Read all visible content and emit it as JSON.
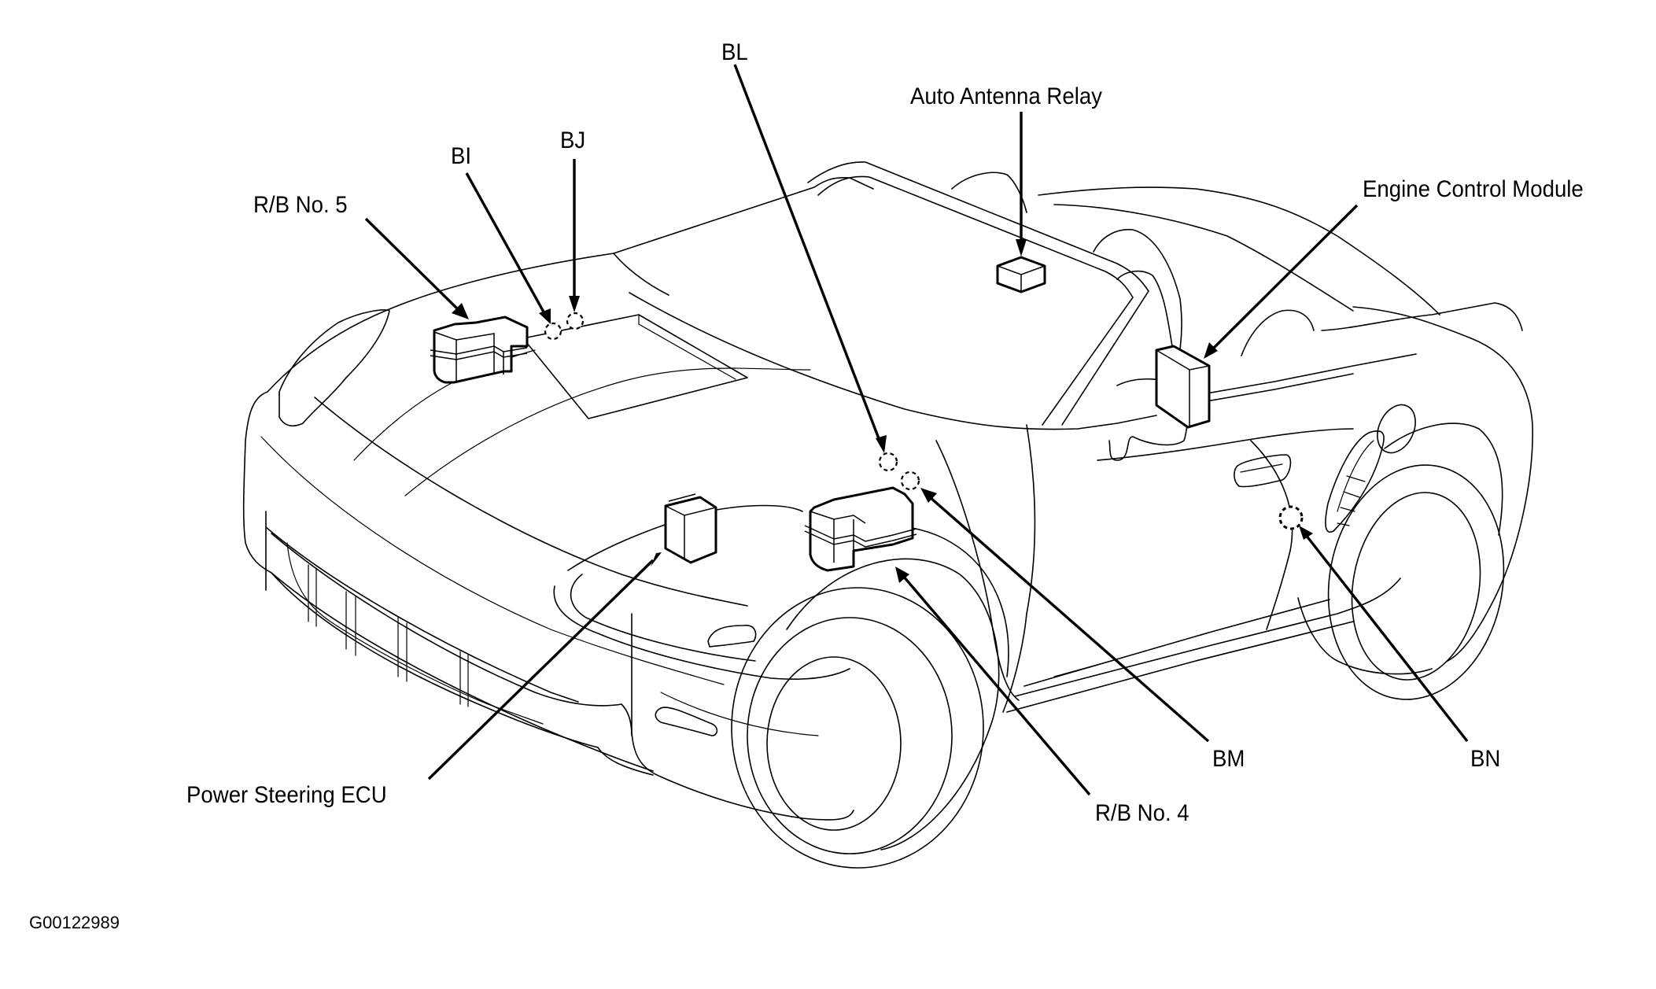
{
  "figure": {
    "id": "G00122989",
    "subject": "Vehicle component and connector locations"
  },
  "callouts": {
    "rb5": "R/B No. 5",
    "bi": "BI",
    "bj": "BJ",
    "bl": "BL",
    "auto_antenna_relay": "Auto Antenna Relay",
    "ecm": "Engine Control Module",
    "power_steering_ecu": "Power Steering ECU",
    "bm": "BM",
    "rb4": "R/B No. 4",
    "bn": "BN"
  },
  "legend": {
    "connector_symbol": "dashed-circle",
    "component_symbol": "box"
  },
  "colors": {
    "line": "#000000",
    "background": "#ffffff"
  }
}
